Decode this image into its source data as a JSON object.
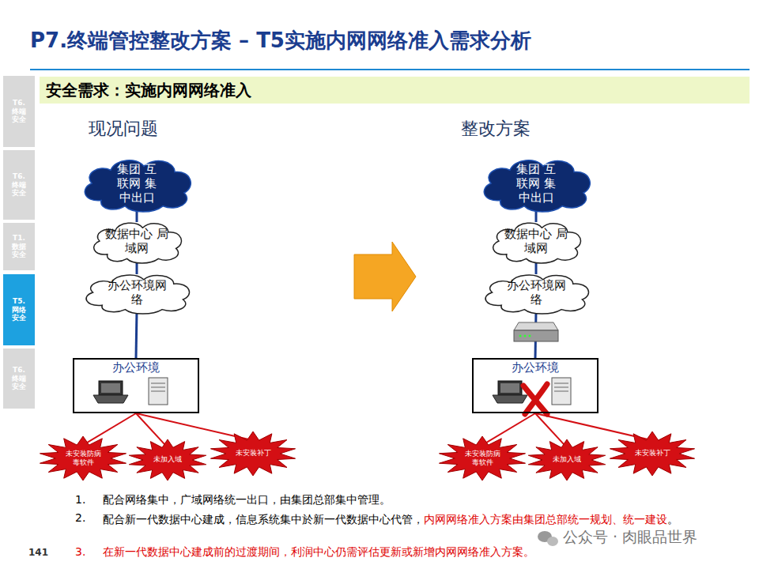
{
  "diagram": {
    "title": "P7.终端管控整改方案 – T5实施内网网络准入需求分析",
    "nodes": [
      {
        "text": [
          "T6. 终端 安全"
        ]
      },
      {
        "text": [
          "T6. 终端 安全"
        ]
      },
      {
        "text": [
          "T1. 数据 安全"
        ]
      },
      {
        "text": [
          "T5. 网络 安全"
        ]
      },
      {
        "text": [
          "T6. 终端 安全"
        ]
      },
      {
        "text": [
          "安全需求：实施内网网络准入"
        ]
      },
      {
        "text": [
          "集团 互联网 集中出口"
        ]
      },
      {
        "text": [
          "数据中心 局域网"
        ]
      },
      {
        "text": [
          "办公环境网络"
        ]
      },
      {
        "text": [
          "办公环境"
        ]
      },
      {
        "text": [
          "未安装防病毒软件"
        ]
      },
      {
        "text": [
          "未加入域"
        ]
      },
      {
        "text": [
          "未安装补丁"
        ]
      },
      {
        "text": [
          "集团 互联网 集中出口"
        ]
      },
      {
        "text": [
          "数据中心 局域网"
        ]
      },
      {
        "text": [
          "办公环境网络"
        ]
      },
      {
        "text": [
          "办公环境"
        ]
      },
      {
        "text": [
          "未安装防病毒软件"
        ]
      },
      {
        "text": [
          "未加入域"
        ]
      },
      {
        "text": [
          "未安装补丁"
        ]
      }
    ],
    "edges": [
      {
        "from": 6,
        "to": 7,
        "arrow": "none"
      },
      {
        "from": 7,
        "to": 8,
        "arrow": "none"
      },
      {
        "from": 8,
        "to": 9,
        "arrow": "none"
      },
      {
        "from": 9,
        "to": 10,
        "arrow": "none"
      },
      {
        "from": 9,
        "to": 11,
        "arrow": "none"
      },
      {
        "from": 9,
        "to": 12,
        "arrow": "none"
      },
      {
        "from": 13,
        "to": 14,
        "arrow": "none"
      },
      {
        "from": 14,
        "to": 15,
        "arrow": "none"
      },
      {
        "from": 15,
        "to": 16,
        "arrow": "none"
      },
      {
        "from": 16,
        "to": 17,
        "arrow": "none"
      },
      {
        "from": 16,
        "to": 18,
        "arrow": "none"
      },
      {
        "from": 16,
        "to": 19,
        "arrow": "none"
      }
    ],
    "labels": [
      "现况问题",
      "整改方案",
      "1.",
      "配合网络集中，广域网络统一出口，由集团总部集中管理。",
      "2.",
      "配合新一代数据中心建成，信息系统集中於新一代数据中心代管，",
      "内网网络准入方案由集团总部统一规划、统一建设",
      "。",
      "3.",
      "在新一代数据中心建成前的过渡期间，利润中心仍需评估更新或新增内网网络准入方案。",
      "141",
      "公众号 · 肉眼品世界"
    ]
  }
}
